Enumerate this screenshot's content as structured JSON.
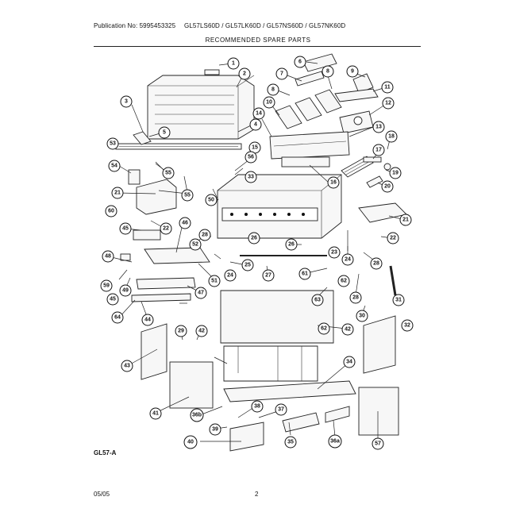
{
  "header": {
    "publication": "Publication No: 5995453325",
    "models": "GL57LS60D / GL57LK60D / GL57NS60D / GL57NK60D",
    "title": "RECOMMENDED SPARE PARTS"
  },
  "figure_label": "GL57-A",
  "footer": {
    "date": "05/05",
    "page": "2"
  },
  "callouts": [
    {
      "id": "c1",
      "label": "1"
    },
    {
      "id": "c2",
      "label": "2"
    },
    {
      "id": "c3",
      "label": "3"
    },
    {
      "id": "c4",
      "label": "4"
    },
    {
      "id": "c5",
      "label": "5"
    },
    {
      "id": "c6",
      "label": "6"
    },
    {
      "id": "c7",
      "label": "7"
    },
    {
      "id": "c8a",
      "label": "8"
    },
    {
      "id": "c8b",
      "label": "8"
    },
    {
      "id": "c9",
      "label": "9"
    },
    {
      "id": "c10",
      "label": "10"
    },
    {
      "id": "c11",
      "label": "11"
    },
    {
      "id": "c12",
      "label": "12"
    },
    {
      "id": "c13",
      "label": "13"
    },
    {
      "id": "c14",
      "label": "14"
    },
    {
      "id": "c15",
      "label": "15"
    },
    {
      "id": "c16",
      "label": "16"
    },
    {
      "id": "c17",
      "label": "17"
    },
    {
      "id": "c18",
      "label": "18"
    },
    {
      "id": "c19",
      "label": "19"
    },
    {
      "id": "c20",
      "label": "20"
    },
    {
      "id": "c21a",
      "label": "21"
    },
    {
      "id": "c21b",
      "label": "21"
    },
    {
      "id": "c22a",
      "label": "22"
    },
    {
      "id": "c22b",
      "label": "22"
    },
    {
      "id": "c23",
      "label": "23"
    },
    {
      "id": "c24a",
      "label": "24"
    },
    {
      "id": "c24b",
      "label": "24"
    },
    {
      "id": "c25",
      "label": "25"
    },
    {
      "id": "c26a",
      "label": "26"
    },
    {
      "id": "c26b",
      "label": "26"
    },
    {
      "id": "c27",
      "label": "27"
    },
    {
      "id": "c28a",
      "label": "28"
    },
    {
      "id": "c28b",
      "label": "28"
    },
    {
      "id": "c28c",
      "label": "28"
    },
    {
      "id": "c29",
      "label": "29"
    },
    {
      "id": "c30",
      "label": "30"
    },
    {
      "id": "c31",
      "label": "31"
    },
    {
      "id": "c32",
      "label": "32"
    },
    {
      "id": "c33",
      "label": "33"
    },
    {
      "id": "c34",
      "label": "34"
    },
    {
      "id": "c35",
      "label": "35"
    },
    {
      "id": "c36a",
      "label": "36a"
    },
    {
      "id": "c36b",
      "label": "36b"
    },
    {
      "id": "c37",
      "label": "37"
    },
    {
      "id": "c38",
      "label": "38"
    },
    {
      "id": "c39",
      "label": "39"
    },
    {
      "id": "c40",
      "label": "40"
    },
    {
      "id": "c41",
      "label": "41"
    },
    {
      "id": "c42a",
      "label": "42"
    },
    {
      "id": "c42b",
      "label": "42"
    },
    {
      "id": "c43",
      "label": "43"
    },
    {
      "id": "c44",
      "label": "44"
    },
    {
      "id": "c45a",
      "label": "45"
    },
    {
      "id": "c45b",
      "label": "45"
    },
    {
      "id": "c46",
      "label": "46"
    },
    {
      "id": "c47",
      "label": "47"
    },
    {
      "id": "c48",
      "label": "48"
    },
    {
      "id": "c49",
      "label": "49"
    },
    {
      "id": "c50",
      "label": "50"
    },
    {
      "id": "c51",
      "label": "51"
    },
    {
      "id": "c52",
      "label": "52"
    },
    {
      "id": "c53",
      "label": "53"
    },
    {
      "id": "c54",
      "label": "54"
    },
    {
      "id": "c55a",
      "label": "55"
    },
    {
      "id": "c55b",
      "label": "55"
    },
    {
      "id": "c56",
      "label": "56"
    },
    {
      "id": "c57",
      "label": "57"
    },
    {
      "id": "c59",
      "label": "59"
    },
    {
      "id": "c60",
      "label": "60"
    },
    {
      "id": "c61",
      "label": "61"
    },
    {
      "id": "c62a",
      "label": "62"
    },
    {
      "id": "c62b",
      "label": "62"
    },
    {
      "id": "c63",
      "label": "63"
    },
    {
      "id": "c64",
      "label": "64"
    }
  ]
}
